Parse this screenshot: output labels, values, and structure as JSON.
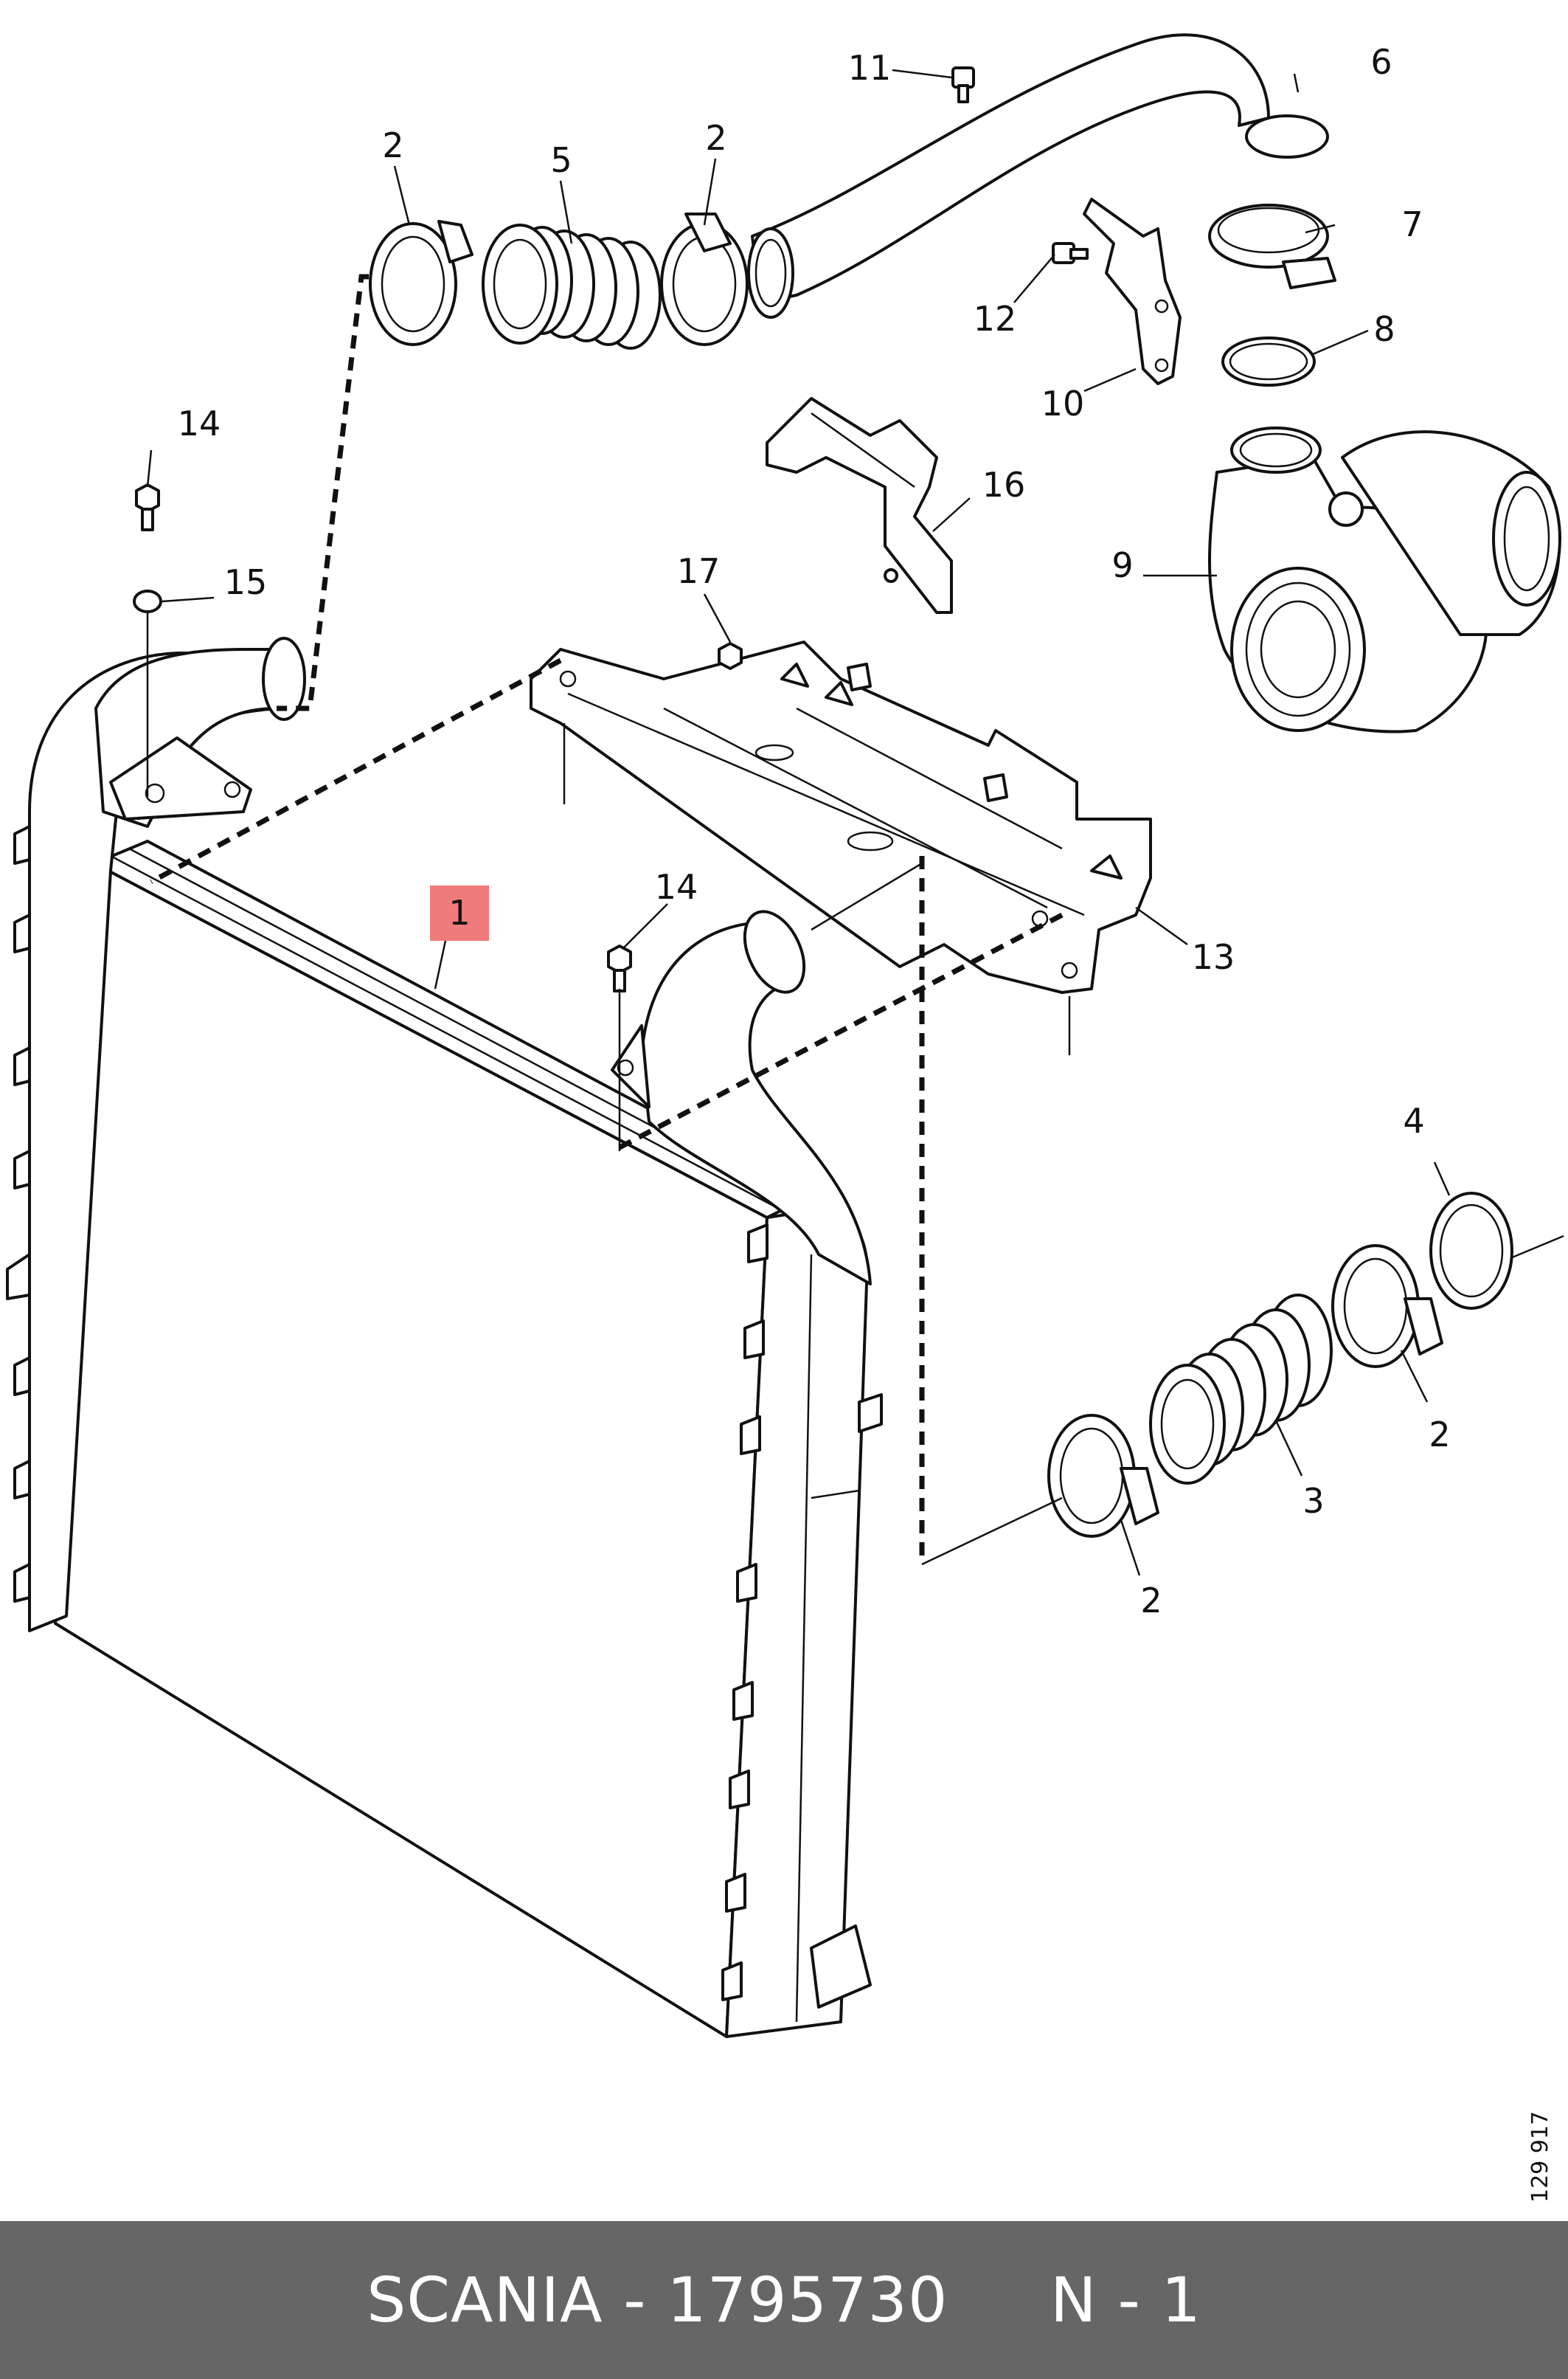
{
  "diagram": {
    "document_number": "129 917",
    "callouts": [
      {
        "id": "c1",
        "label": "1",
        "highlighted": true
      },
      {
        "id": "c2a",
        "label": "2"
      },
      {
        "id": "c2b",
        "label": "2"
      },
      {
        "id": "c2c",
        "label": "2"
      },
      {
        "id": "c2d",
        "label": "2"
      },
      {
        "id": "c3",
        "label": "3"
      },
      {
        "id": "c4",
        "label": "4"
      },
      {
        "id": "c5",
        "label": "5"
      },
      {
        "id": "c6",
        "label": "6"
      },
      {
        "id": "c7",
        "label": "7"
      },
      {
        "id": "c8",
        "label": "8"
      },
      {
        "id": "c9",
        "label": "9"
      },
      {
        "id": "c10",
        "label": "10"
      },
      {
        "id": "c11",
        "label": "11"
      },
      {
        "id": "c12",
        "label": "12"
      },
      {
        "id": "c13",
        "label": "13"
      },
      {
        "id": "c14a",
        "label": "14"
      },
      {
        "id": "c14b",
        "label": "14"
      },
      {
        "id": "c15",
        "label": "15"
      },
      {
        "id": "c16",
        "label": "16"
      },
      {
        "id": "c17",
        "label": "17"
      }
    ],
    "highlight_color": "#f07b7b"
  },
  "footer": {
    "text": "SCANIA - 1795730     N - 1",
    "background": "#666666",
    "color": "#ffffff"
  }
}
